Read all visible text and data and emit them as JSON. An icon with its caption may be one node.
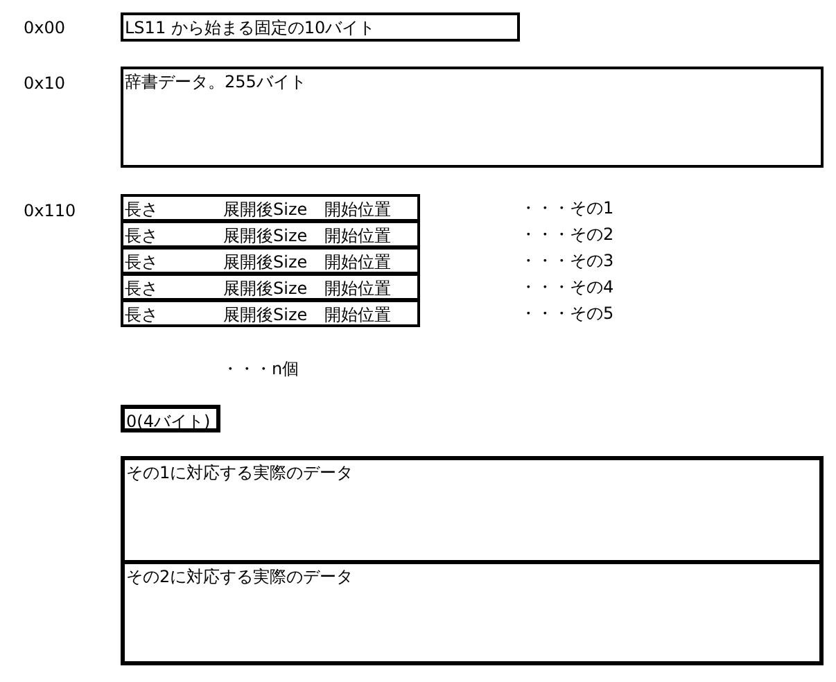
{
  "diagram": {
    "nodes": [
      {
        "text": [
          "LS11 から始まる固定の10バイト"
        ]
      },
      {
        "text": [
          "辞書データ。255バイト"
        ]
      },
      {
        "text": [
          "長さ",
          "展開後Size",
          "開始位置"
        ]
      },
      {
        "text": [
          "長さ",
          "展開後Size",
          "開始位置"
        ]
      },
      {
        "text": [
          "長さ",
          "展開後Size",
          "開始位置"
        ]
      },
      {
        "text": [
          "長さ",
          "展開後Size",
          "開始位置"
        ]
      },
      {
        "text": [
          "長さ",
          "展開後Size",
          "開始位置"
        ]
      },
      {
        "text": [
          "0(4バイト)"
        ]
      },
      {
        "text": [
          "その1に対応する実際のデータ"
        ]
      },
      {
        "text": [
          "その2に対応する実際のデータ"
        ]
      }
    ],
    "labels": [
      "0x00",
      "0x10",
      "0x110",
      "・・・その1",
      "・・・その2",
      "・・・その3",
      "・・・その4",
      "・・・その5",
      "・・・n個"
    ]
  }
}
